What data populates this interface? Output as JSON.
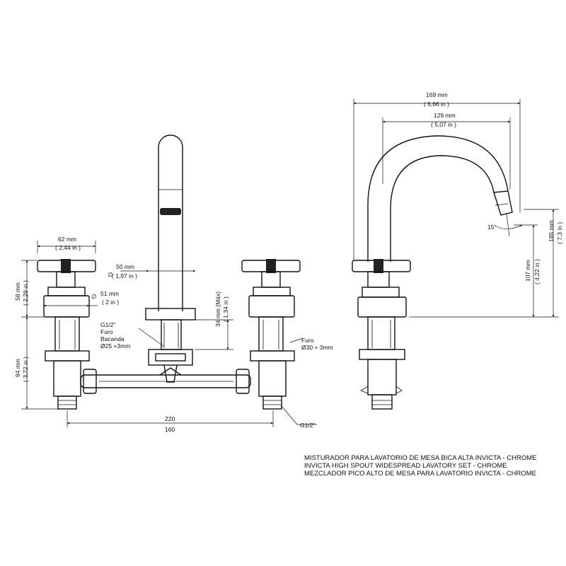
{
  "front_view": {
    "dim_62": {
      "mm": "62 mm",
      "in": "( 2,44 in )"
    },
    "dim_58": {
      "mm": "58 mm",
      "in": "( 2,29 in )"
    },
    "dim_94": {
      "mm": "94 mm",
      "in": "( 3,72 in )"
    },
    "dim_50": {
      "mm": "50 mm",
      "in": "( 1,97 in )"
    },
    "dim_51": {
      "mm": "51 mm",
      "in": "( 2 in )"
    },
    "dim_34": {
      "mm": "34 mm (Máx)",
      "in": "( 1,34 in )"
    },
    "dim_220": "220",
    "dim_160": "160",
    "diameter_symbol": "∅",
    "thread_spout": "G1/2\"",
    "spout_hole": [
      "Furo",
      "Bacanda",
      "Ø25 +3mm"
    ],
    "handle_hole": [
      "Furo",
      "Ø30 + 3mm"
    ],
    "thread_bottom": "G1/2\""
  },
  "side_view": {
    "dim_169": {
      "mm": "169 mm",
      "in": "( 6,66 in )"
    },
    "dim_129": {
      "mm": "129 mm",
      "in": "( 5,07 in )"
    },
    "dim_185": {
      "mm": "185 mm",
      "in": "( 7,3 in )"
    },
    "dim_107": {
      "mm": "107 mm",
      "in": "( 4,22 in )"
    },
    "angle": "15°"
  },
  "title_block": {
    "line_pt": "MISTURADOR PARA LAVATORIO DE MESA BICA ALTA INVICTA - CHROME",
    "line_en": "INVICTA HIGH SPOUT WIDESPREAD LAVATORY SET - CHROME",
    "line_es": "MEZCLADOR PICO ALTO DE MESA PARA LAVATORIO INVICTA - CHROME"
  }
}
